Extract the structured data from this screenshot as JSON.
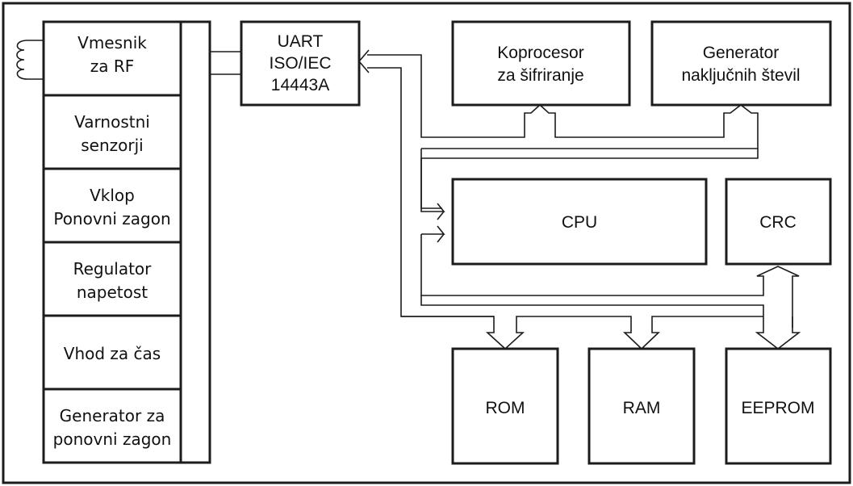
{
  "left_column": {
    "rf_interface": [
      "Vmesnik",
      "za RF"
    ],
    "security_sensors": [
      "Varnostni",
      "senzorji"
    ],
    "power_on_reset": [
      "Vklop",
      "Ponovni zagon"
    ],
    "voltage_regulator": [
      "Regulator",
      "napetost"
    ],
    "clock_input": [
      "Vhod za čas"
    ],
    "reset_generator": [
      "Generator za",
      "ponovni zagon"
    ]
  },
  "uart": [
    "UART",
    "ISO/IEC",
    "14443A"
  ],
  "crypto_coprocessor": [
    "Koprocesor",
    "za šifriranje"
  ],
  "rng": [
    "Generator",
    "naključnih števil"
  ],
  "cpu": "CPU",
  "crc": "CRC",
  "rom": "ROM",
  "ram": "RAM",
  "eeprom": "EEPROM"
}
